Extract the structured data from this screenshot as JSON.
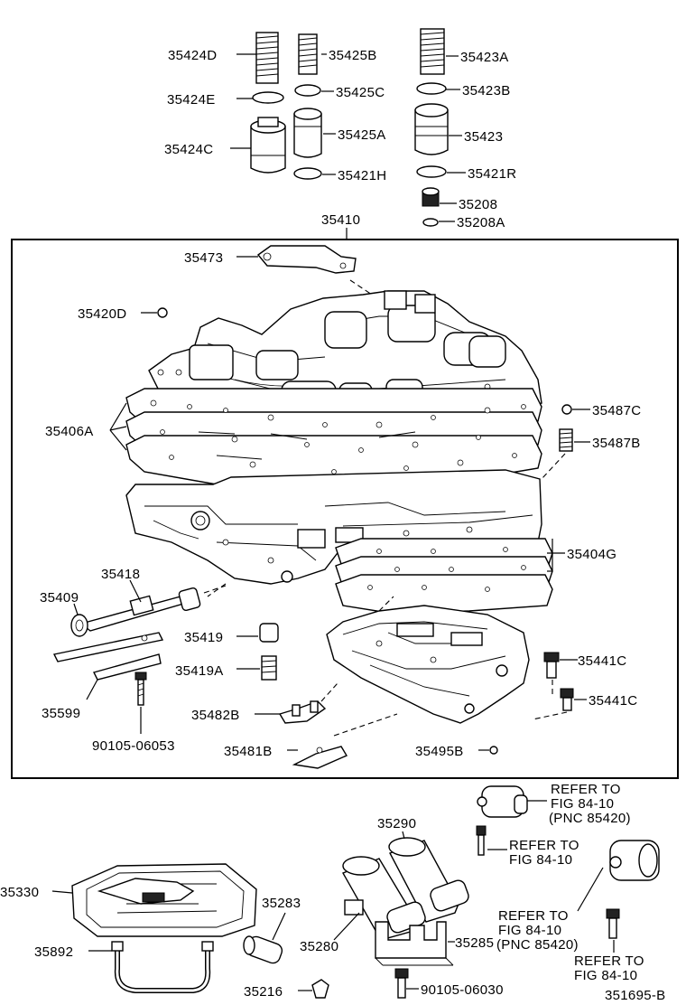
{
  "labels": {
    "p35424D": "35424D",
    "p35425B": "35425B",
    "p35423A": "35423A",
    "p35424E": "35424E",
    "p35425C": "35425C",
    "p35423B": "35423B",
    "p35424C": "35424C",
    "p35425A": "35425A",
    "p35423": "35423",
    "p35421H": "35421H",
    "p35421R": "35421R",
    "p35208": "35208",
    "p35208A": "35208A",
    "p35410": "35410",
    "p35473": "35473",
    "p35420D": "35420D",
    "p35487C": "35487C",
    "p35406A": "35406A",
    "p35487B": "35487B",
    "p35404G": "35404G",
    "p35418": "35418",
    "p35409": "35409",
    "p35419": "35419",
    "p35419A": "35419A",
    "p35441C_1": "35441C",
    "p35441C_2": "35441C",
    "p35599": "35599",
    "p35482B": "35482B",
    "p90105_06053": "90105-06053",
    "p35481B": "35481B",
    "p35495B": "35495B",
    "p35290": "35290",
    "p35330": "35330",
    "p35283": "35283",
    "p35280": "35280",
    "p35892": "35892",
    "p35285": "35285",
    "p35216": "35216",
    "p90105_06030": "90105-06030",
    "figure_id": "351695-B"
  },
  "refer_notes": {
    "note1_line1": "REFER TO",
    "note1_line2": "FIG 84-10",
    "note1_line3": "(PNC 85420)",
    "note2_line1": "REFER TO",
    "note2_line2": "FIG 84-10",
    "note3_line1": "REFER TO",
    "note3_line2": "FIG 84-10",
    "note3_line3": "(PNC 85420)",
    "note4_line1": "REFER TO",
    "note4_line2": "FIG 84-10"
  }
}
